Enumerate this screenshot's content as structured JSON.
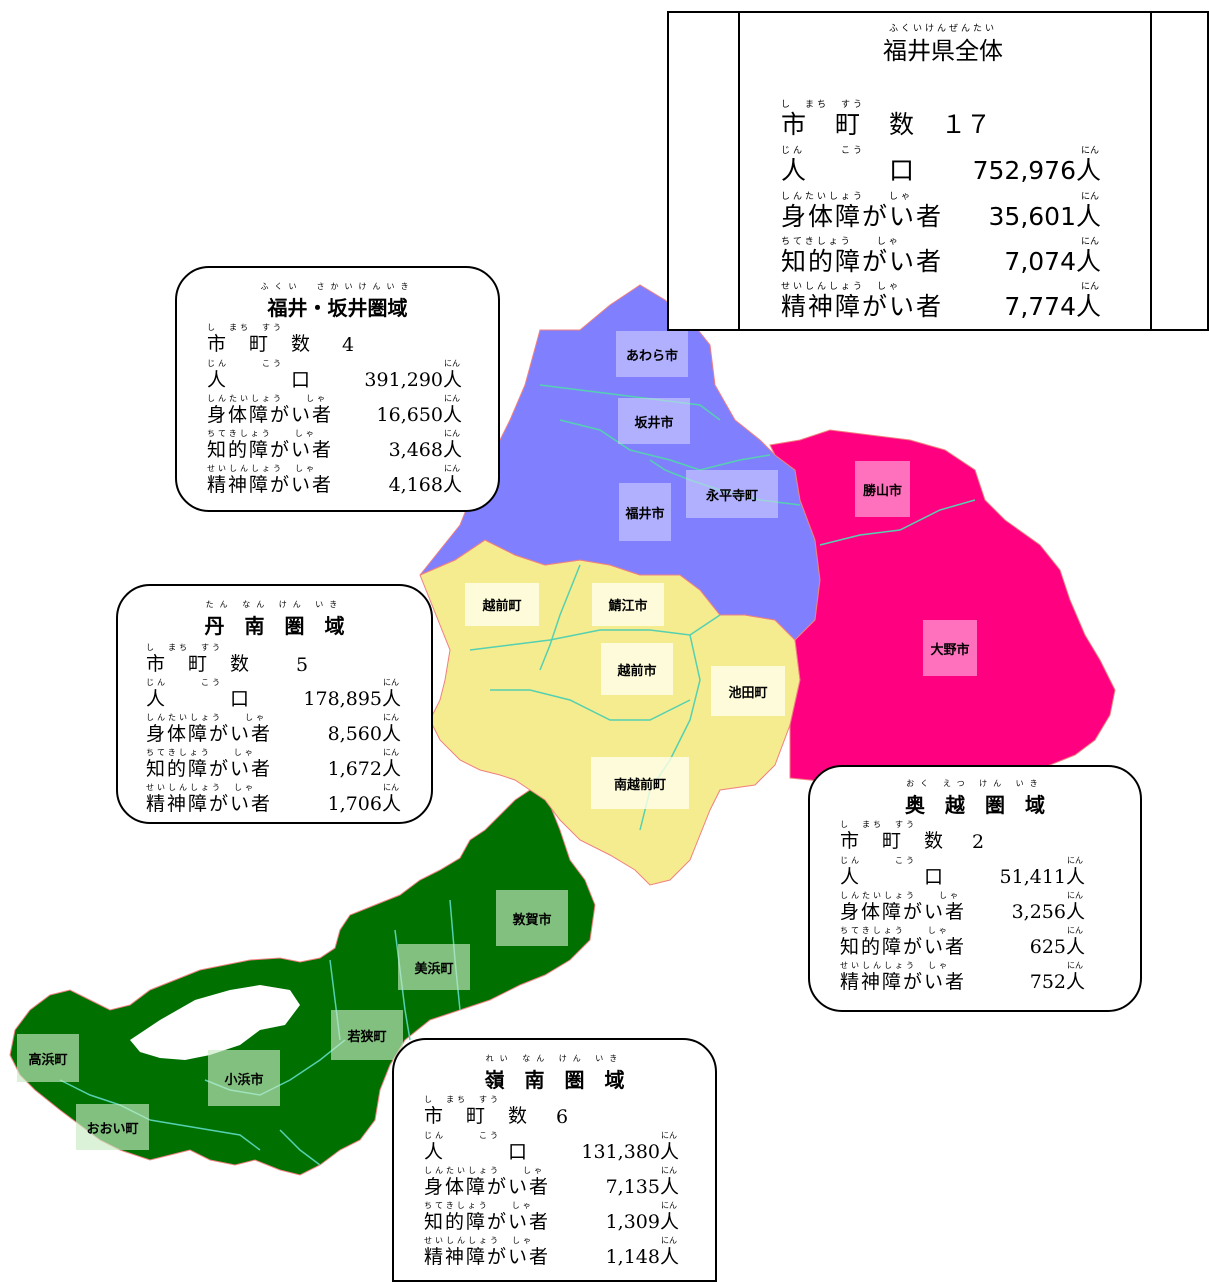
{
  "colors": {
    "reinan": "#007000",
    "tannan": "#f5ec8f",
    "fukui_sakai": "#8080ff",
    "okuetsu": "#ff0080",
    "border": "#55d0b0"
  },
  "cities": [
    {
      "name": "あわら市",
      "region": "fukui_sakai"
    },
    {
      "name": "坂井市",
      "region": "fukui_sakai"
    },
    {
      "name": "永平寺町",
      "region": "fukui_sakai"
    },
    {
      "name": "福井市",
      "region": "fukui_sakai"
    },
    {
      "name": "勝山市",
      "region": "okuetsu"
    },
    {
      "name": "大野市",
      "region": "okuetsu"
    },
    {
      "name": "越前町",
      "region": "tannan"
    },
    {
      "name": "鯖江市",
      "region": "tannan"
    },
    {
      "name": "越前市",
      "region": "tannan"
    },
    {
      "name": "池田町",
      "region": "tannan"
    },
    {
      "name": "南越前町",
      "region": "tannan"
    },
    {
      "name": "敦賀市",
      "region": "reinan"
    },
    {
      "name": "美浜町",
      "region": "reinan"
    },
    {
      "name": "若狭町",
      "region": "reinan"
    },
    {
      "name": "高浜町",
      "region": "reinan"
    },
    {
      "name": "小浜市",
      "region": "reinan"
    },
    {
      "name": "おおい町",
      "region": "reinan"
    }
  ],
  "labels": {
    "municipalities": "市　町　数",
    "municipalities_ruby": "し　まち　すう",
    "population": "人　　　口",
    "population_ruby": "じん　　　こう",
    "physical": "身体障がい者",
    "physical_ruby": "しんたいしょう　　しゃ",
    "intellectual": "知的障がい者",
    "intellectual_ruby": "ちてきしょう　　しゃ",
    "mental": "精神障がい者",
    "mental_ruby": "せいしんしょう　しゃ",
    "unit_ruby": "にん"
  },
  "total": {
    "title": "福井県全体",
    "title_ruby": "ふくいけんぜんたい",
    "municipalities": "１７",
    "population": "752,976人",
    "physical": "35,601人",
    "intellectual": "7,074人",
    "mental": "7,774人"
  },
  "regions": {
    "fukui_sakai": {
      "title": "福井・坂井圏域",
      "title_ruby": "ふくい　さかいけんいき",
      "municipalities": "4",
      "population": "391,290人",
      "physical": "16,650人",
      "intellectual": "3,468人",
      "mental": "4,168人"
    },
    "tannan": {
      "title": "丹　南　圏　域",
      "title_ruby": "たん なん けん いき",
      "municipalities": "5",
      "population": "178,895人",
      "physical": "8,560人",
      "intellectual": "1,672人",
      "mental": "1,706人"
    },
    "okuetsu": {
      "title": "奥　越　圏　域",
      "title_ruby": "おく えつ けん いき",
      "municipalities": "2",
      "population": "51,411人",
      "physical": "3,256人",
      "intellectual": "625人",
      "mental": "752人"
    },
    "reinan": {
      "title": "嶺　南　圏　域",
      "title_ruby": "れい なん けん いき",
      "municipalities": "6",
      "population": "131,380人",
      "physical": "7,135人",
      "intellectual": "1,309人",
      "mental": "1,148人"
    }
  }
}
